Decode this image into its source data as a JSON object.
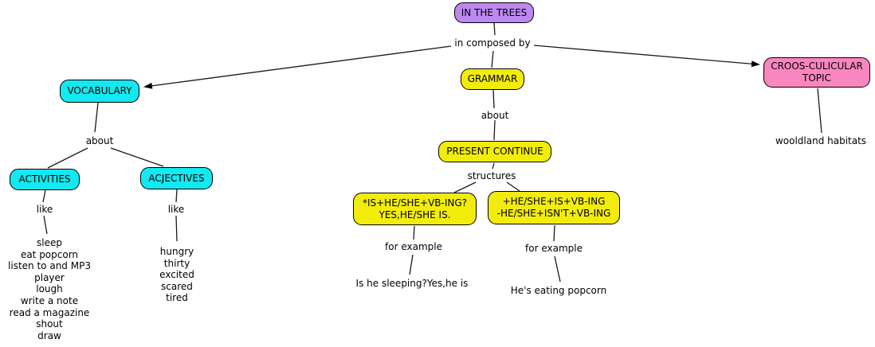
{
  "title": "IN THE TREES concept map",
  "colors": {
    "purple": "#bd89f1",
    "cyan": "#14e8f0",
    "yellow": "#f2ec0d",
    "pink": "#f986be",
    "line": "#1a1a1a"
  },
  "nodes": {
    "in_the_trees": {
      "label": "IN THE TREES"
    },
    "vocabulary": {
      "label": "VOCABULARY"
    },
    "grammar": {
      "label": "GRAMMAR"
    },
    "cross_topic": {
      "lines": [
        "CROOS-CULICULAR",
        "TOPIC"
      ]
    },
    "activities": {
      "label": "ACTIVITIES"
    },
    "acjectives": {
      "label": "ACJECTIVES"
    },
    "present_continue": {
      "label": "PRESENT CONTINUE"
    },
    "structure_question": {
      "lines": [
        "*IS+HE/SHE+VB-ING?",
        "YES,HE/SHE IS."
      ]
    },
    "structure_statement": {
      "lines": [
        "+HE/SHE+IS+VB-ING",
        "-HE/SHE+ISN'T+VB-ING"
      ]
    }
  },
  "labels": {
    "in_composed_by": "in composed by",
    "about_vocabulary": "about",
    "about_grammar": "about",
    "like_activities": "like",
    "like_acjectives": "like",
    "structures": "structures",
    "for_example_question": "for example",
    "for_example_statement": "for example"
  },
  "leaves": {
    "activities_list": [
      "sleep",
      "eat popcorn",
      "listen to and MP3",
      "player",
      "lough",
      "write a note",
      "read a magazine",
      "shout",
      "draw"
    ],
    "acjectives_list": [
      "hungry",
      "thirty",
      "excited",
      "scared",
      "tired"
    ],
    "example_question": "Is he sleeping?Yes,he is",
    "example_statement": "He's eating popcorn",
    "cross_topic_leaf": "wooldland habitats"
  }
}
